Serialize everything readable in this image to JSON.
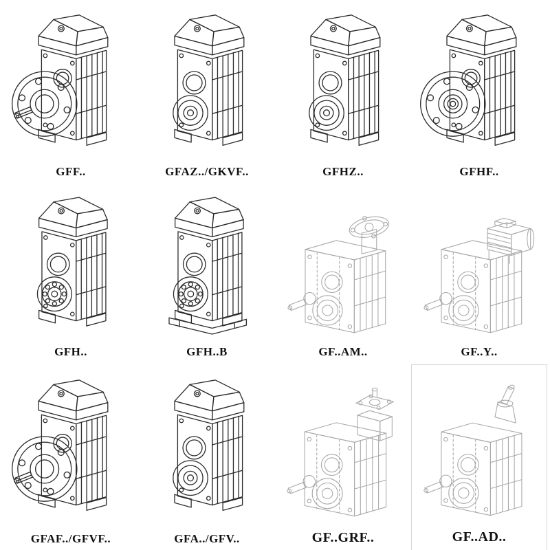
{
  "page": {
    "background": "#ffffff"
  },
  "colors": {
    "line": "#2b2b2b",
    "light_line": "#a9a9a9",
    "label": "#111111"
  },
  "grid": {
    "columns": 4,
    "rows": 3,
    "items": [
      {
        "label": "GFF..",
        "drawing": "flange-with-solid-shaft-gearbox",
        "line_style": "solid"
      },
      {
        "label": "GFAZ../GKVF..",
        "drawing": "bore-front-gearbox",
        "line_style": "solid"
      },
      {
        "label": "GFHZ..",
        "drawing": "bore-front-gearbox",
        "line_style": "solid"
      },
      {
        "label": "GFHF..",
        "drawing": "flange-hollow-shaft-gearbox",
        "line_style": "solid"
      },
      {
        "label": "GFH..",
        "drawing": "hollow-shaft-bearing-gearbox",
        "line_style": "solid"
      },
      {
        "label": "GFH..B",
        "drawing": "hollow-shaft-gearbox-on-baseplate",
        "line_style": "solid"
      },
      {
        "label": "GF..AM..",
        "drawing": "gearbox-with-input-flange",
        "line_style": "light"
      },
      {
        "label": "GF..Y..",
        "drawing": "gearbox-with-motor",
        "line_style": "light"
      },
      {
        "label": "GFAF../GFVF..",
        "drawing": "flange-with-solid-shaft-gearbox",
        "line_style": "solid"
      },
      {
        "label": "GFA../GFV..",
        "drawing": "bore-front-gearbox",
        "line_style": "solid"
      },
      {
        "label": "GF..GRF..",
        "drawing": "gearbox-with-adapter-box",
        "line_style": "light"
      },
      {
        "label": "GF..AD..",
        "drawing": "gearbox-with-adapter-shaft",
        "line_style": "light"
      }
    ]
  }
}
